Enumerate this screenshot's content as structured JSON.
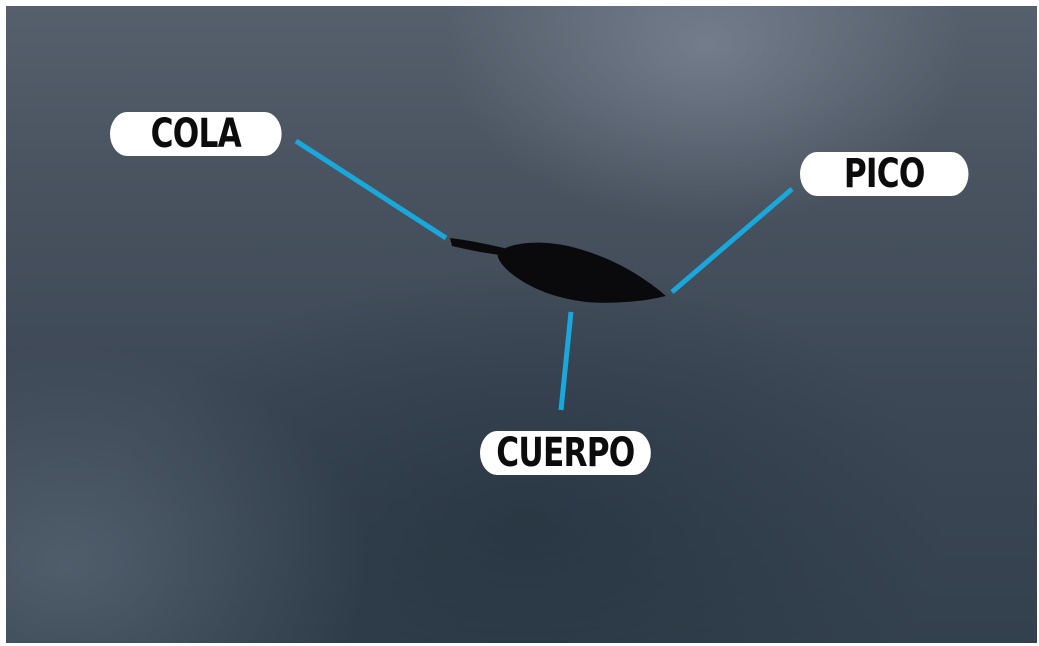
{
  "labels": {
    "cola": "COLA",
    "pico": "PICO",
    "cuerpo": "CUERPO"
  },
  "colors": {
    "leader_line": "#1aa7db",
    "bird": "#0a0a0c",
    "label_bg": "#ffffff",
    "label_text": "#0c0c0c"
  }
}
